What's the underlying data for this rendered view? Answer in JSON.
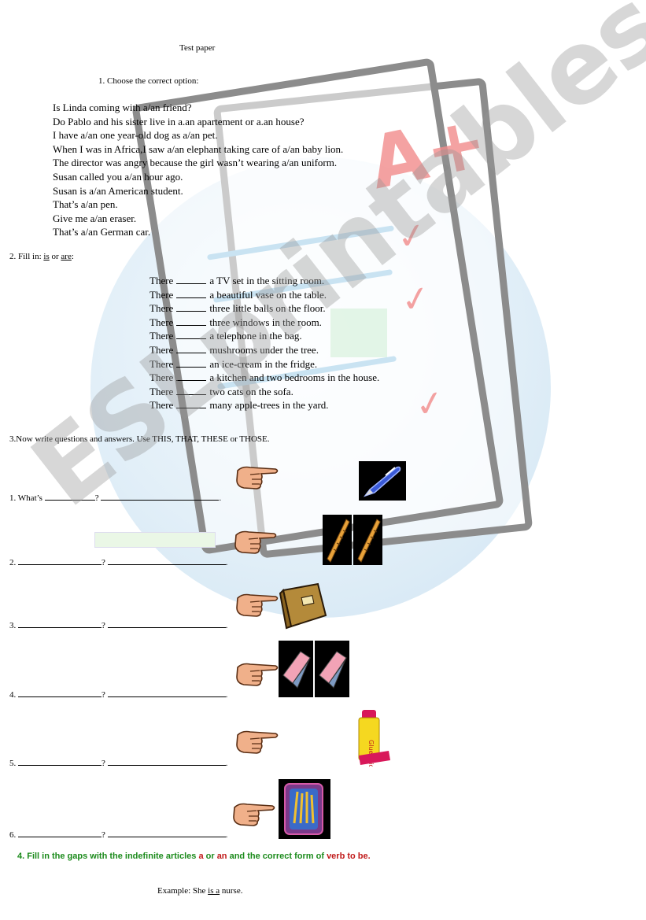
{
  "title": "Test paper",
  "section1": {
    "heading": "1. Choose the correct option:",
    "items": [
      " Is Linda coming with a/an friend?",
      "Do Pablo and his sister live in a.an apartement or a.an house?",
      "I have a/an one year-old dog as a/an pet.",
      "When I was in Africa,I saw a/an elephant taking care of a/an baby lion.",
      "The director was angry because the girl wasn’t wearing a/an uniform.",
      "Susan called you a/an hour ago.",
      "Susan is a/an American student.",
      "That’s a/an pen.",
      "Give me a/an eraser.",
      "That’s a/an German car."
    ]
  },
  "section2": {
    "heading_prefix": "2.  Fill in: ",
    "word_is": "is",
    "word_or": " or ",
    "word_are": "are",
    "heading_suffix": ":",
    "lead": "There",
    "items": [
      "a TV set in the sitting room.",
      "a beautiful vase on the table.",
      "three little balls on the floor.",
      "three windows in the room.",
      "a telephone in the bag.",
      "mushrooms under the tree.",
      "an ice-cream in the fridge.",
      "a kitchen and two bedrooms in the house.",
      "two cats on the sofa.",
      "many apple-trees in the yard."
    ]
  },
  "section3": {
    "heading": "3.Now write questions and answers. Use THIS, THAT, THESE or THOSE.",
    "q1_prefix": "1. What’s ",
    "rows": [
      "1.",
      "2.",
      "3.",
      "4.",
      "5.",
      "6."
    ],
    "pictures": [
      "pen-icon",
      "rulers-icon",
      "book-icon",
      "erasers-icon",
      "glue-stick-icon",
      "pencil-case-icon"
    ]
  },
  "section4": {
    "heading_a": "4.  Fill in the gaps with the indefinite articles ",
    "article_a": "a",
    "or": " or ",
    "article_an": "an",
    "heading_b": " and the correct form of ",
    "verb": "verb to be."
  },
  "example": {
    "prefix": "Example: She ",
    "answer": "is a",
    "suffix": " nurse."
  },
  "watermark": "ESLprintables.com",
  "colors": {
    "heading4": "#1a8a1a",
    "highlight": "#c01818",
    "watermark": "#969696"
  }
}
